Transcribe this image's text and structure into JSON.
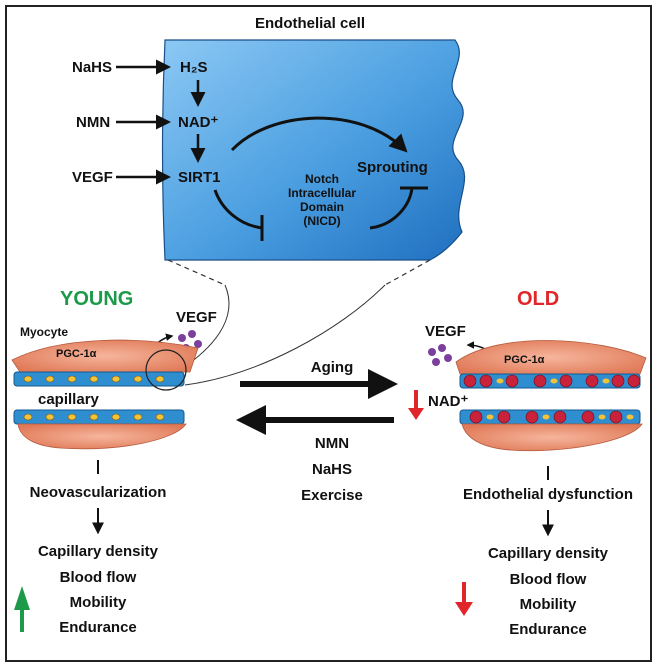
{
  "endothelial": {
    "title": "Endothelial cell",
    "inputs": {
      "nahs": "NaHS",
      "nmn": "NMN",
      "vegf": "VEGF"
    },
    "h2s": "H₂S",
    "nad": "NAD⁺",
    "sirt1": "SIRT1",
    "sprouting": "Sprouting",
    "nicd": [
      "Notch",
      "Intracellular",
      "Domain",
      "(NICD)"
    ]
  },
  "young": {
    "heading": "YOUNG",
    "myocyte": "Myocyte",
    "vegf": "VEGF",
    "pgc": "PGC-1α",
    "capillary": "capillary",
    "process": "Neovascularization",
    "outcomes": [
      "Capillary density",
      "Blood flow",
      "Mobility",
      "Endurance"
    ]
  },
  "old": {
    "heading": "OLD",
    "vegf": "VEGF",
    "pgc": "PGC-1α",
    "nad": "NAD⁺",
    "process": "Endothelial dysfunction",
    "outcomes": [
      "Capillary density",
      "Blood flow",
      "Mobility",
      "Endurance"
    ]
  },
  "center": {
    "aging": "Aging",
    "treatments": [
      "NMN",
      "NaHS",
      "Exercise"
    ]
  },
  "colors": {
    "young_green": "#1c9a4a",
    "old_red": "#e0262b",
    "cell_blue": "#4a9ee0",
    "vessel_blue": "#2f8ed0",
    "myocyte_salmon": "#e9896b",
    "nucleus_yellow": "#f2c23a",
    "rbc_red": "#c8233a",
    "vegf_purple": "#7b3f9c"
  }
}
